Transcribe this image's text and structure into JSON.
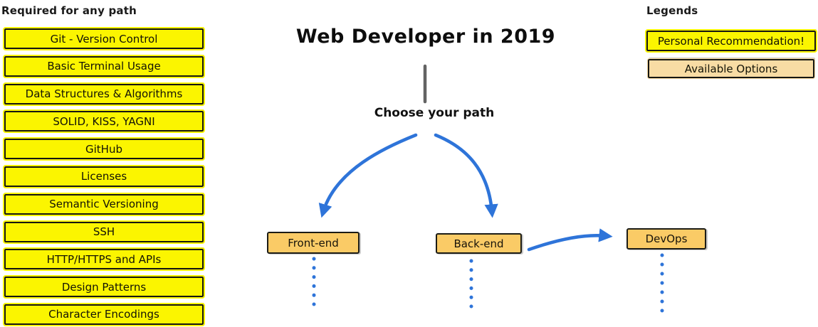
{
  "left_column": {
    "header": "Required for any path",
    "items": [
      "Git - Version Control",
      "Basic Terminal Usage",
      "Data Structures & Algorithms",
      "SOLID, KISS, YAGNI",
      "GitHub",
      "Licenses",
      "Semantic Versioning",
      "SSH",
      "HTTP/HTTPS and APIs",
      "Design Patterns",
      "Character Encodings"
    ]
  },
  "main": {
    "title": "Web Developer in 2019",
    "choose_label": "Choose your path",
    "paths": [
      {
        "label": "Front-end"
      },
      {
        "label": "Back-end"
      },
      {
        "label": "DevOps"
      }
    ]
  },
  "legend": {
    "header": "Legends",
    "items": [
      {
        "label": "Personal Recommendation!",
        "color": "#fbf500"
      },
      {
        "label": "Available Options",
        "color": "#f8dca4"
      }
    ]
  },
  "colors": {
    "required_fill": "#fbf500",
    "option_fill": "#facb66",
    "arrow_blue": "#2e74d9",
    "divider_gray": "#636363",
    "border_black": "#161612"
  }
}
